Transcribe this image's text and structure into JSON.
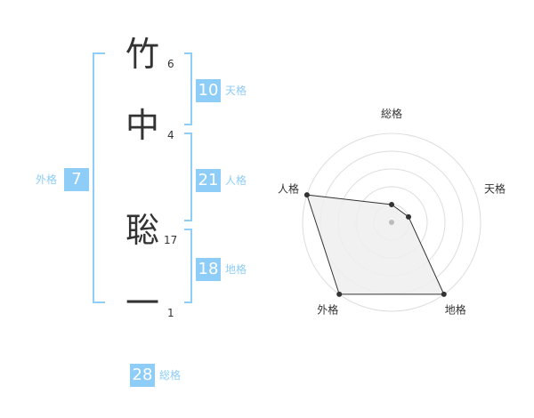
{
  "name": {
    "chars": [
      {
        "char": "竹",
        "strokes": "6"
      },
      {
        "char": "中",
        "strokes": "4"
      },
      {
        "char": "聡",
        "strokes": "17"
      },
      {
        "char": "一",
        "strokes": "1"
      }
    ]
  },
  "kakusu": {
    "tenkaku": {
      "value": "10",
      "label": "天格"
    },
    "jinkaku": {
      "value": "21",
      "label": "人格"
    },
    "chikaku": {
      "value": "18",
      "label": "地格"
    },
    "gaikaku": {
      "value": "7",
      "label": "外格"
    },
    "soukaku": {
      "value": "28",
      "label": "総格"
    }
  },
  "colors": {
    "accent": "#8ecdf7",
    "text": "#333333",
    "grid": "#dddddd",
    "fill": "#eeeeee"
  },
  "chart_data": {
    "type": "radar",
    "axes": [
      "総格",
      "天格",
      "地格",
      "外格",
      "人格"
    ],
    "values": [
      1,
      1,
      5,
      5,
      5
    ],
    "rmax": 5,
    "rings": 5
  }
}
